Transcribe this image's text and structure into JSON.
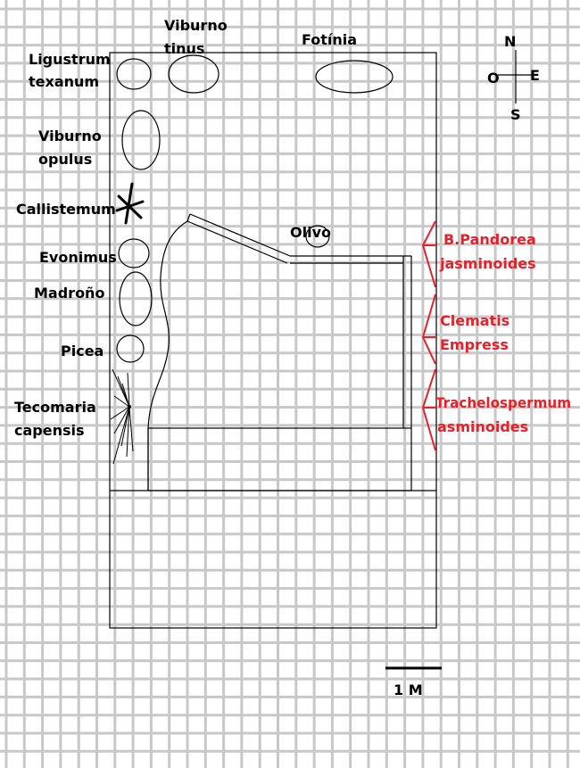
{
  "colors": {
    "grid": "#c8c8c8",
    "ink": "#000000",
    "accent": "#e8202a",
    "background": "#ffffff"
  },
  "plants_left": {
    "ligustrum": [
      "Ligustrum",
      "texanum"
    ],
    "viburno_tinus": [
      "Viburno",
      "tinus"
    ],
    "fotinia": "Fotínia",
    "viburno_opulus": [
      "Viburno",
      "opulus"
    ],
    "callistemum": "Callistemum",
    "evonimus": "Evonimus",
    "madrono": "Madroño",
    "picea": "Picea",
    "tecomaria": [
      "Tecomaria",
      "capensis"
    ],
    "olivo": "Olivo"
  },
  "climbers": {
    "pandorea": [
      "B.Pandorea",
      "jasminoides"
    ],
    "clematis": [
      "Clematis",
      "Empress"
    ],
    "trachelospermum": [
      "Trachelospermum",
      "asminoides"
    ]
  },
  "compass": {
    "north": "N",
    "east": "E",
    "south": "S",
    "west": "O"
  },
  "scale": {
    "label": "1 M"
  },
  "icons": {
    "callistemum": "asterisk-shrub-icon",
    "tecomaria": "fan-shrub-icon",
    "compass": "compass-rose-icon"
  }
}
